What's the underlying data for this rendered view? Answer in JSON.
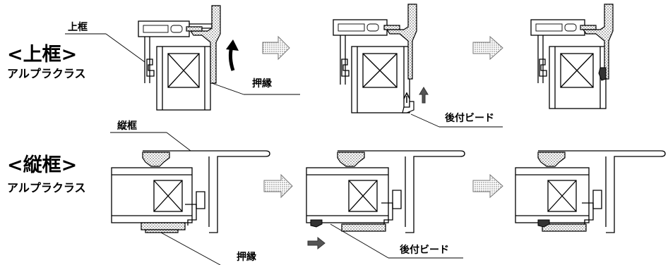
{
  "top_section": {
    "heading": "<上框>",
    "subheading": "アルプラクラス",
    "frame_label": "上框",
    "stop_label": "押縁",
    "bead_label": "後付ビード"
  },
  "side_section": {
    "heading": "<縦框>",
    "subheading": "アルプラクラス",
    "frame_label": "縦框",
    "stop_label": "押縁",
    "bead_label": "後付ビード"
  }
}
